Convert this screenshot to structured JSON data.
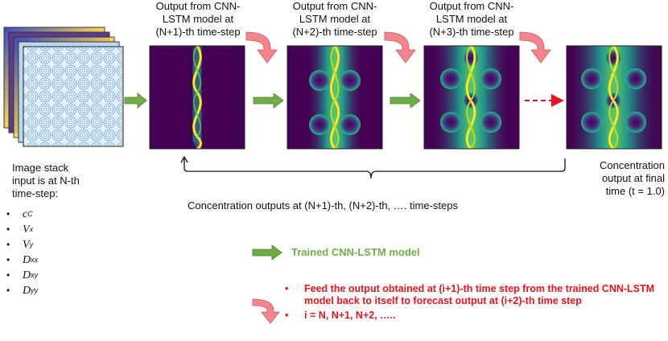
{
  "output_labels": [
    "Output from CNN-\nLSTM model at\n(N+1)-th time-step",
    "Output from CNN-\nLSTM model at\n(N+2)-th time-step",
    "Output from CNN-\nLSTM model at\n(N+3)-th time-step"
  ],
  "input_label": "Image stack\ninput is at N-th\ntime-step:",
  "variables": [
    {
      "sym": "c",
      "sub": "C"
    },
    {
      "sym": "V",
      "sub": "x"
    },
    {
      "sym": "V",
      "sub": "y"
    },
    {
      "sym": "D",
      "sub": "xx"
    },
    {
      "sym": "D",
      "sub": "xy"
    },
    {
      "sym": "D",
      "sub": "yy"
    }
  ],
  "final_label": "Concentration\noutput at final\ntime (t = 1.0)",
  "brace_label": "Concentration outputs at (N+1)-th, (N+2)-th, …. time-steps",
  "legend_model": "Trained CNN-LSTM model",
  "feed_bullets": [
    "Feed the output obtained at (i+1)-th time step from the trained CNN-LSTM model back to itself to forecast output at (i+2)-th time step",
    "i = N, N+1, N+2, ….."
  ],
  "colors": {
    "viridis_dark": "#440154",
    "viridis_mid": "#21918c",
    "viridis_bright": "#fde725",
    "green_arrow": "#70ad47",
    "red_text": "#e8141b",
    "pink_arrow": "#f4858d"
  }
}
